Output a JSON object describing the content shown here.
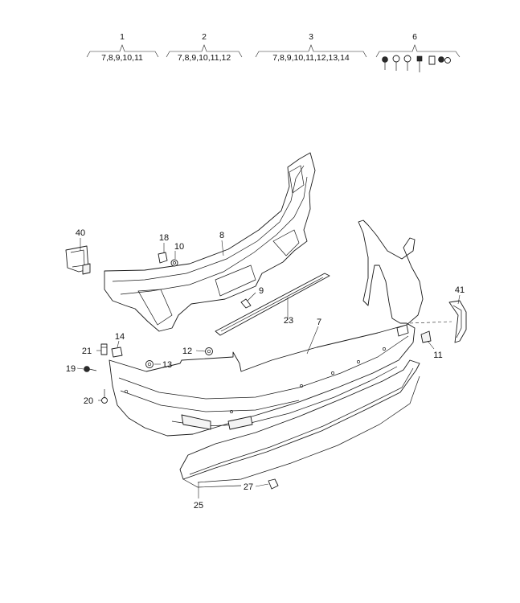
{
  "groups": [
    {
      "number": "1",
      "members": "7,8,9,10,11"
    },
    {
      "number": "2",
      "members": "7,8,9,10,11,12"
    },
    {
      "number": "3",
      "members": "7,8,9,10,11,12,13,14"
    },
    {
      "number": "6",
      "members": ""
    }
  ],
  "callouts": {
    "p40": "40",
    "p18": "18",
    "p10": "10",
    "p8": "8",
    "p9": "9",
    "p23": "23",
    "p7": "7",
    "p41": "41",
    "p11": "11",
    "p14": "14",
    "p12": "12",
    "p21": "21",
    "p13": "13",
    "p19": "19",
    "p20": "20",
    "p27": "27",
    "p25": "25"
  },
  "colors": {
    "line": "#1a1a1a",
    "background": "#ffffff"
  }
}
